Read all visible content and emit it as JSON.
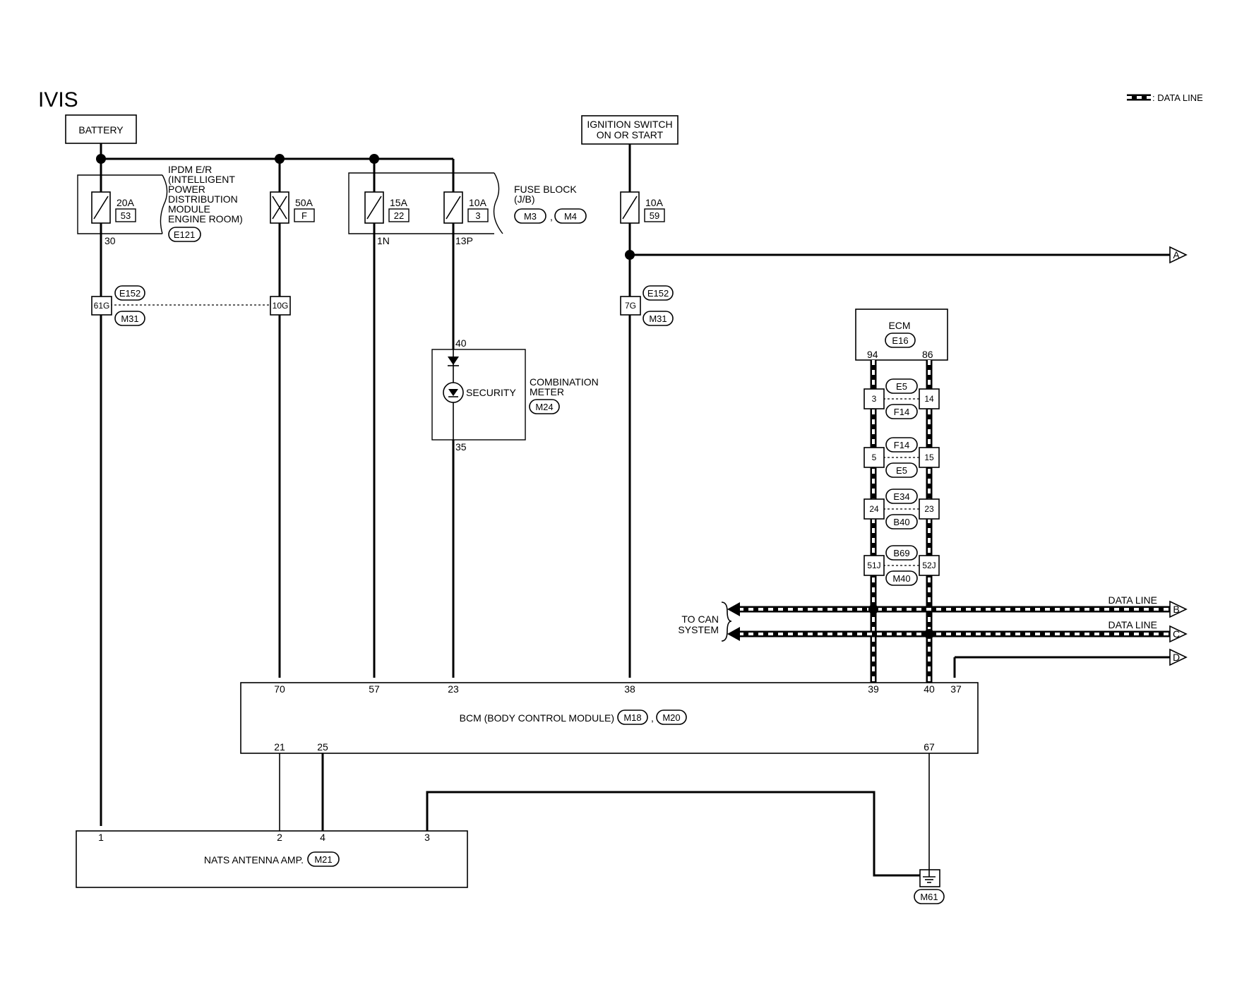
{
  "title": "IVIS",
  "legend": {
    "label": ": DATA LINE"
  },
  "supplies": {
    "battery": "BATTERY",
    "ignition_line1": "IGNITION SWITCH",
    "ignition_line2": "ON OR START"
  },
  "ipdm": {
    "lines": [
      "IPDM E/R",
      "(INTELLIGENT",
      "POWER",
      "DISTRIBUTION",
      "MODULE",
      "ENGINE ROOM)"
    ],
    "connector": "E121",
    "fuse1": {
      "amp": "20A",
      "num": "53",
      "terminal": "30"
    },
    "fuse2": {
      "amp": "50A",
      "num": "F"
    }
  },
  "fuse_block": {
    "lines": [
      "FUSE BLOCK",
      "(J/B)"
    ],
    "connectors": [
      "M3",
      "M4"
    ],
    "sep": ",",
    "fuse1": {
      "amp": "15A",
      "num": "22",
      "terminal": "1N"
    },
    "fuse2": {
      "amp": "10A",
      "num": "3",
      "terminal": "13P"
    }
  },
  "ign_fuse": {
    "amp": "10A",
    "num": "59"
  },
  "joint_e152_m31": {
    "connectors": [
      "E152",
      "M31"
    ],
    "left": "61G",
    "mid": "10G",
    "right": "7G"
  },
  "combination_meter": {
    "lines": [
      "COMBINATION",
      "METER"
    ],
    "connector": "M24",
    "lamp": "SECURITY",
    "pin_top": "40",
    "pin_bottom": "35"
  },
  "ecm": {
    "label": "ECM",
    "connector": "E16",
    "pins": [
      "94",
      "86"
    ]
  },
  "ecm_joints": [
    {
      "top": "E5",
      "bottom": "F14",
      "left": "3",
      "right": "14"
    },
    {
      "top": "F14",
      "bottom": "E5",
      "left": "5",
      "right": "15"
    },
    {
      "top": "E34",
      "bottom": "B40",
      "left": "24",
      "right": "23"
    },
    {
      "top": "B69",
      "bottom": "M40",
      "left": "51J",
      "right": "52J"
    }
  ],
  "can": {
    "to_line1": "TO CAN",
    "to_line2": "SYSTEM",
    "data_line": "DATA LINE"
  },
  "arrows": [
    "A",
    "B",
    "C",
    "D"
  ],
  "bcm": {
    "label": "BCM (BODY CONTROL MODULE)",
    "connectors": [
      "M18",
      "M20"
    ],
    "sep": ",",
    "top_pins": [
      "70",
      "57",
      "23",
      "38",
      "39",
      "40",
      "37"
    ],
    "bottom_pins": [
      "21",
      "25",
      "67"
    ]
  },
  "nats": {
    "label": "NATS ANTENNA AMP.",
    "connector": "M21",
    "pins": [
      "1",
      "2",
      "4",
      "3"
    ]
  },
  "ground": {
    "connector": "M61"
  }
}
